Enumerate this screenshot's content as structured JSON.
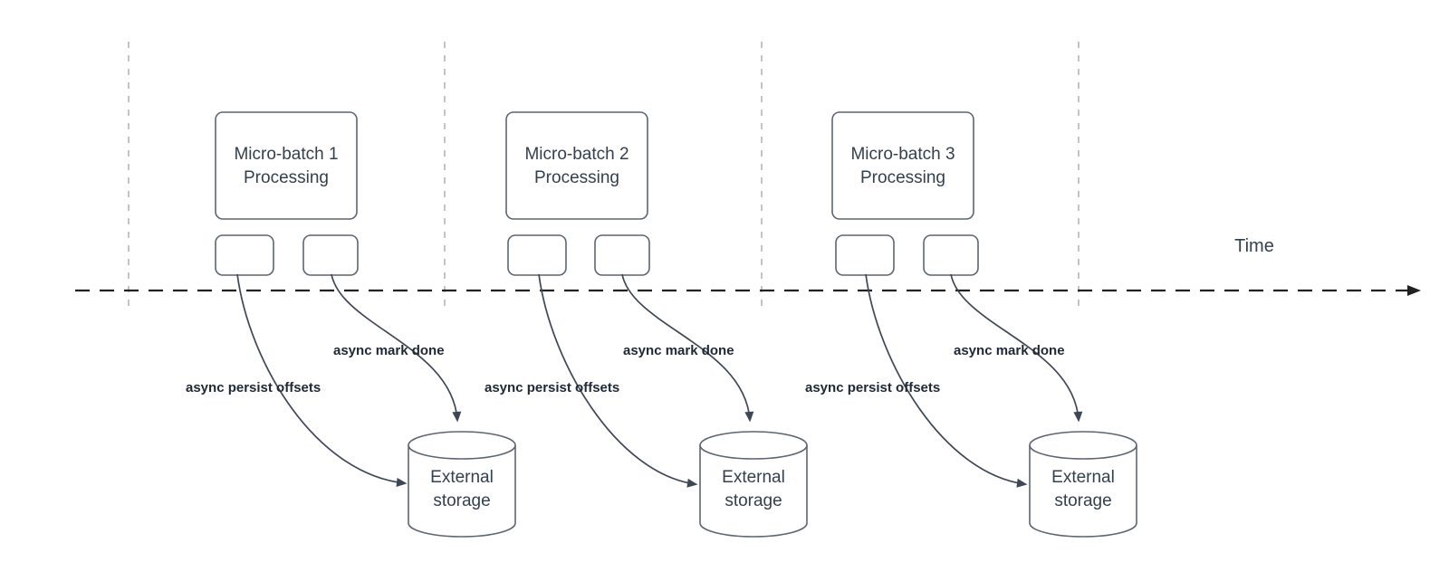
{
  "timeline": {
    "label": "Time"
  },
  "batches": [
    {
      "title_line1": "Micro-batch 1",
      "title_line2": "Processing",
      "persist_label": "async persist offsets",
      "mark_label": "async mark done",
      "storage_line1": "External",
      "storage_line2": "storage"
    },
    {
      "title_line1": "Micro-batch 2",
      "title_line2": "Processing",
      "persist_label": "async persist offsets",
      "mark_label": "async mark done",
      "storage_line1": "External",
      "storage_line2": "storage"
    },
    {
      "title_line1": "Micro-batch 3",
      "title_line2": "Processing",
      "persist_label": "async persist offsets",
      "mark_label": "async mark done",
      "storage_line1": "External",
      "storage_line2": "storage"
    }
  ],
  "colors": {
    "background": "#ffffff",
    "shape_stroke": "#5c6570",
    "connector_stroke": "#3e4854",
    "timeline_stroke": "#212121",
    "divider_stroke": "#b3b6ba",
    "node_text": "#33404e",
    "annotation_text": "#1e2836"
  }
}
